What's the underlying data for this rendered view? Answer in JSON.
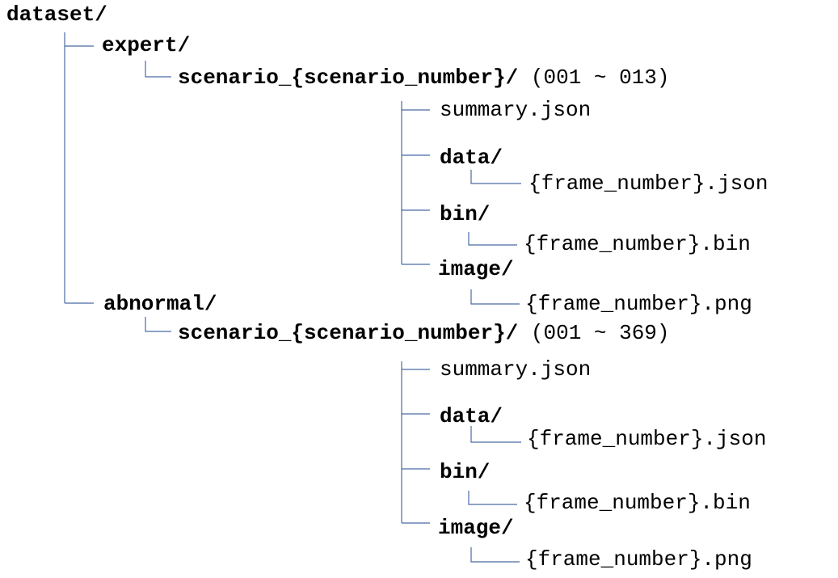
{
  "tree": {
    "root": "dataset/",
    "expert": {
      "label": "expert/",
      "scenario": "scenario_{scenario_number}/",
      "range": " (001 ~ 013)",
      "summary": "summary.json",
      "data": "data/",
      "data_file": "{frame_number}.json",
      "bin": "bin/",
      "bin_file": "{frame_number}.bin",
      "image": "image/",
      "image_file": "{frame_number}.png"
    },
    "abnormal": {
      "label": "abnormal/",
      "scenario": "scenario_{scenario_number}/",
      "range": " (001 ~ 369)",
      "summary": "summary.json",
      "data": "data/",
      "data_file": "{frame_number}.json",
      "bin": "bin/",
      "bin_file": "{frame_number}.bin",
      "image": "image/",
      "image_file": "{frame_number}.png"
    }
  },
  "colors": {
    "connector": "#4a6aa5",
    "text": "#000000",
    "background": "#ffffff"
  }
}
